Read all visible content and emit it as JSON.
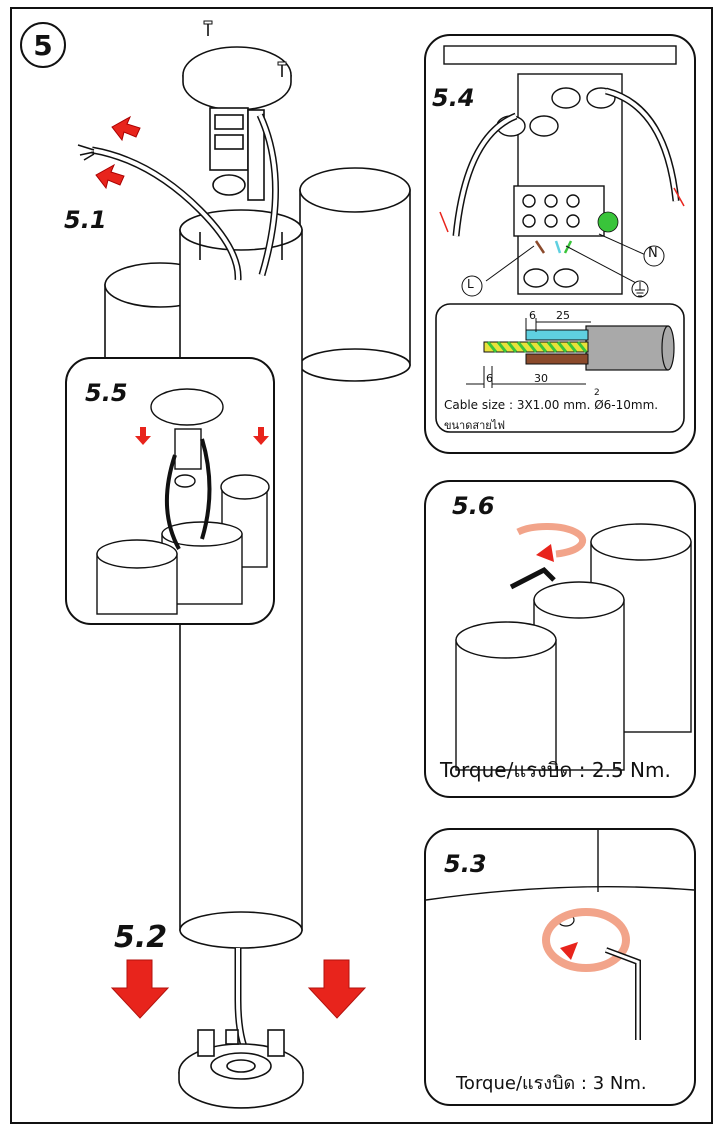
{
  "step_number": "5",
  "labels": {
    "s51": "5.1",
    "s52": "5.2",
    "s53": "5.3",
    "s54": "5.4",
    "s55": "5.5",
    "s56": "5.6"
  },
  "wiring": {
    "neutral": "N",
    "live": "L",
    "dim_6_top": "6",
    "dim_25": "25",
    "dim_6_bottom": "6",
    "dim_30": "30",
    "footnote_mark": "2",
    "cable_size": "Cable size : 3X1.00 mm. Ø6-10mm.",
    "cable_size_thai": "ขนาดสายไฟ"
  },
  "torque_56": "Torque/แรงบิด : 2.5 Nm.",
  "torque_53": "Torque/แรงบิด : 3 Nm.",
  "colors": {
    "arrow_red": "#e8241c",
    "wire_cyan": "#5fd0e0",
    "wire_brown": "#8b4a2b",
    "wire_green": "#39c43a",
    "wire_yellow": "#e8e23a",
    "ring_salmon": "#f2a48a",
    "cable_gray": "#a9a9a9"
  }
}
